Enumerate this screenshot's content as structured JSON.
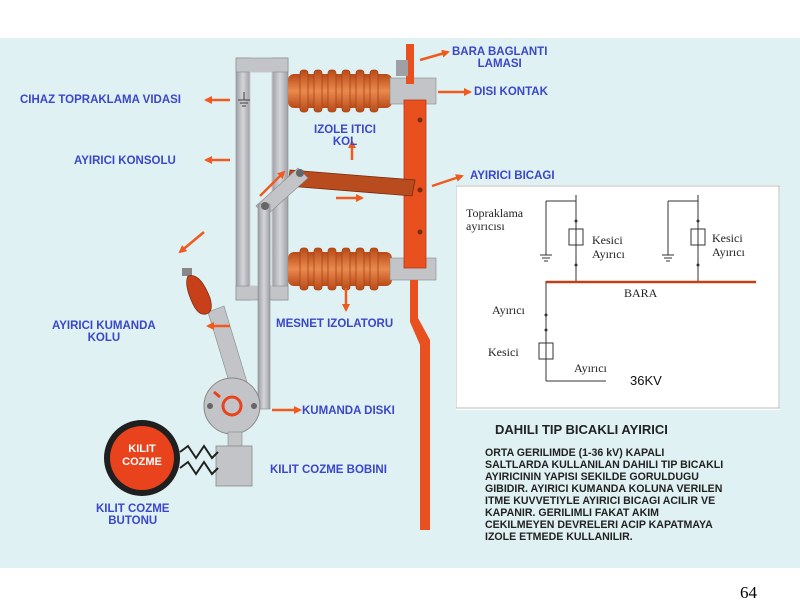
{
  "labels": {
    "bara_baglanti": "BARA BAGLANTI\nLAMASI",
    "disi_kontak": "DISI KONTAK",
    "cihaz_topraklama": "CIHAZ TOPRAKLAMA VIDASI",
    "izole_itici": "IZOLE ITICI\nKOL",
    "ayirici_konsolu": "AYIRICI KONSOLU",
    "ayirici_bicagi": "AYIRICI BICAGI",
    "ayirici_kumanda": "AYIRICI KUMANDA\nKOLU",
    "mesnet_izolatoru": "MESNET IZOLATORU",
    "kumanda_diski": "KUMANDA DISKI",
    "kilit_cozme_bobini": "KILIT COZME BOBINI",
    "kilit_cozme_butonu": "KILIT COZME\nBUTONU",
    "kilit_button_text": "KILIT\nCOZME"
  },
  "schematic": {
    "topraklama": "Topraklama\nayırıcısı",
    "kesici_ayirici_1": "Kesici\nAyırıcı",
    "kesici_ayirici_2": "Kesici\nAyırıcı",
    "bara": "BARA",
    "ayirici_top": "Ayırıcı",
    "kesici": "Kesici",
    "ayirici_bottom": "Ayırıcı",
    "kv": "36KV"
  },
  "description": {
    "title": "DAHILI TIP BICAKLI AYIRICI",
    "text": "ORTA GERILIMDE (1-36 kV) KAPALI\nSALTLARDA KULLANILAN DAHILI TIP BICAKLI\nAYIRICININ YAPISI SEKILDE GORULDUGU\nGIBIDIR. AYIRICI KUMANDA KOLUNA VERILEN\nITME KUVVETIYLE AYIRICI BICAGI ACILIR VE\nKAPANIR. GERILIMLI FAKAT AKIM\nCEKILMEYEN DEVRELERI ACIP KAPATMAYA\nIZOLE ETMEDE KULLANILIR."
  },
  "page_number": "64",
  "colors": {
    "background": "#dff1f2",
    "label_blue": "#3a47c9",
    "arrow_orange": "#f05a1e",
    "insulator": "#d8672c",
    "knife_bar": "#e8501f",
    "frame_gray": "#b9babf",
    "button_red": "#e8431c"
  }
}
